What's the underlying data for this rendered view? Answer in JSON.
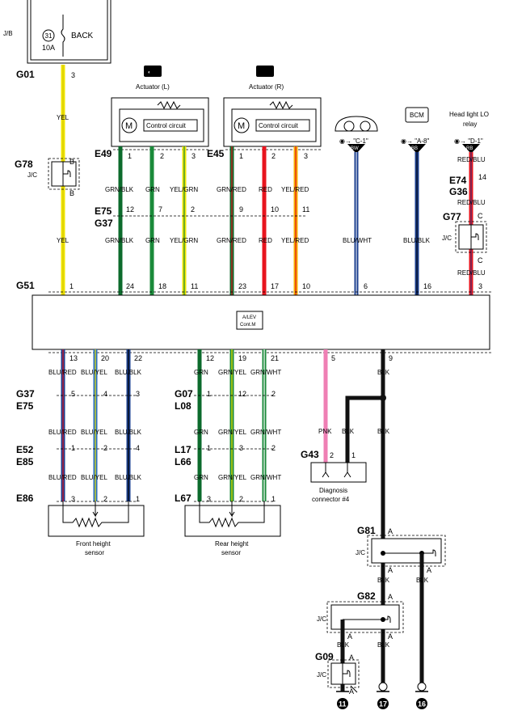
{
  "diagram": {
    "fuse": {
      "circuit": "31",
      "name": "BACK",
      "rating": "10A",
      "jb": "J/B"
    },
    "connectors": {
      "g01": "G01",
      "g78": "G78",
      "g51": "G51",
      "e49": "E49",
      "e45": "E45",
      "e75_top": "E75",
      "g37_top": "G37",
      "e74": "E74",
      "g36": "G36",
      "g77": "G77",
      "g37_bot": "G37",
      "e75_bot": "E75",
      "e52": "E52",
      "e85": "E85",
      "e86": "E86",
      "g07": "G07",
      "l08": "L08",
      "l17": "L17",
      "l66": "L66",
      "l67": "L67",
      "g43": "G43",
      "g81": "G81",
      "g82": "G82",
      "g09": "G09"
    },
    "components": {
      "actuator_l": "Actuator (L)",
      "actuator_r": "Actuator (R)",
      "control_circuit": "Control circuit",
      "motor": "M",
      "bcm": "BCM",
      "headlight_relay_line1": "Head light LO",
      "headlight_relay_line2": "relay",
      "alev_line1": "A/LEV",
      "alev_line2": "Cont.M",
      "front_sensor_line1": "Front height",
      "front_sensor_line2": "sensor",
      "rear_sensor_line1": "Rear height",
      "rear_sensor_line2": "sensor",
      "diag_line1": "Diagnosis",
      "diag_line2": "connector #4",
      "jc": "J/C"
    },
    "refs": {
      "meter": "\"C-1\"",
      "bcm": "\"A-8\"",
      "relay": "\"D-1\""
    },
    "badges": {
      "bw": "BW",
      "bb": "BB",
      "rb": "RB"
    },
    "grounds": {
      "g11": "11",
      "g17": "17",
      "g16": "16"
    },
    "pins": {
      "g01_3": "3",
      "g78_b_top": "B",
      "g78_b_bot": "B",
      "e49_1": "1",
      "e49_2": "2",
      "e49_3": "3",
      "e45_1": "1",
      "e45_2": "2",
      "e45_3": "3",
      "e75_12": "12",
      "e75_7": "7",
      "e75_2": "2",
      "e75_9": "9",
      "e75_10": "10",
      "e75_11": "11",
      "e74_14": "14",
      "g77_c_top": "C",
      "g77_c_bot": "C",
      "g51_1": "1",
      "g51_24": "24",
      "g51_18": "18",
      "g51_11": "11",
      "g51_23": "23",
      "g51_17": "17",
      "g51_10": "10",
      "g51_6": "6",
      "g51_16": "16",
      "g51_3": "3",
      "b_13": "13",
      "b_20": "20",
      "b_22": "22",
      "b_12": "12",
      "b_19": "19",
      "b_21": "21",
      "b_5": "5",
      "b_9": "9",
      "g37_5": "5",
      "g37_4": "4",
      "g37_3": "3",
      "e52_1": "1",
      "e52_2": "2",
      "e52_4": "4",
      "e86_3": "3",
      "e86_2": "2",
      "e86_1": "1",
      "g07_1": "1",
      "g07_12": "12",
      "g07_2": "2",
      "l17_1": "1",
      "l17_3": "3",
      "l17_2": "2",
      "l67_3": "3",
      "l67_2": "2",
      "l67_1": "1",
      "g43_2": "2",
      "g43_1": "1",
      "g81_a1": "A",
      "g81_a2": "A",
      "g81_a3": "A",
      "g82_a1": "A",
      "g82_a2": "A",
      "g82_a3": "A",
      "g09_a1": "A",
      "g09_a2": "A"
    },
    "wires": {
      "w1_top": "YEL",
      "w1_bot": "YEL",
      "w2_a": "GRN/BLK",
      "w2_b": "GRN/BLK",
      "w3_a": "GRN",
      "w3_b": "GRN",
      "w4_a": "YEL/GRN",
      "w4_b": "YEL/GRN",
      "w5_a": "GRN/RED",
      "w5_b": "GRN/RED",
      "w6_a": "RED",
      "w6_b": "RED",
      "w7_a": "YEL/RED",
      "w7_b": "YEL/RED",
      "w8": "BLU/WHT",
      "w9": "BLU/BLK",
      "w10_a": "RED/BLU",
      "w10_b": "RED/BLU",
      "w10_c": "RED/BLU",
      "f1_a": "BLU/RED",
      "f1_b": "BLU/RED",
      "f1_c": "BLU/RED",
      "f2_a": "BLU/YEL",
      "f2_b": "BLU/YEL",
      "f2_c": "BLU/YEL",
      "f3_a": "BLU/BLK",
      "f3_b": "BLU/BLK",
      "f3_c": "BLU/BLK",
      "r1_a": "GRN",
      "r1_b": "GRN",
      "r1_c": "GRN",
      "r2_a": "GRN/YEL",
      "r2_b": "GRN/YEL",
      "r2_c": "GRN/YEL",
      "r3_a": "GRN/WHT",
      "r3_b": "GRN/WHT",
      "r3_c": "GRN/WHT",
      "pnk": "PNK",
      "blk_diag": "BLK",
      "blk_main": "BLK",
      "blk_main2": "BLK",
      "blk_g09": "BLK",
      "blk_g09b": "BLK",
      "blk_g81": "BLK",
      "blk_g81b": "BLK"
    }
  },
  "colors": {
    "yellow": "#f2e600",
    "dark_green": "#0c6b2c",
    "green": "#1a8a3a",
    "red": "#e8141e",
    "dark_blue": "#1b3f8f",
    "blue": "#2a6fc0",
    "pink": "#ef7fb4",
    "black": "#111111",
    "orange_yel": "#f5b000"
  }
}
